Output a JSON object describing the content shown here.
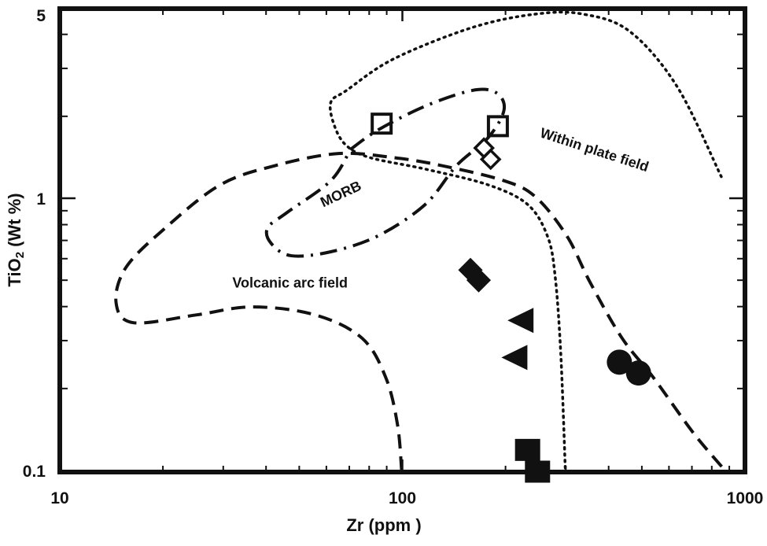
{
  "chart_data": {
    "type": "scatter",
    "title": "",
    "xlabel": "Zr (ppm )",
    "ylabel_main": "TiO",
    "ylabel_sub": "2",
    "ylabel_rest": " (Wt %)",
    "xscale": "log",
    "yscale": "log",
    "xlim": [
      10,
      1000
    ],
    "ylim": [
      0.1,
      5
    ],
    "grid": false,
    "x_tick_labels": [
      {
        "value": 10,
        "label": "10"
      },
      {
        "value": 100,
        "label": "100"
      },
      {
        "value": 1000,
        "label": "1000"
      }
    ],
    "y_tick_labels": [
      {
        "value": 0.1,
        "label": "0.1"
      },
      {
        "value": 1,
        "label": "1"
      },
      {
        "value": 5,
        "label": "5"
      }
    ],
    "x_minor_ticks": [
      20,
      30,
      40,
      50,
      60,
      70,
      80,
      90,
      200,
      300,
      400,
      500,
      600,
      700,
      800,
      900
    ],
    "y_minor_ticks": [
      0.2,
      0.3,
      0.4,
      0.5,
      0.6,
      0.7,
      0.8,
      0.9,
      2,
      3,
      4
    ],
    "fields": [
      {
        "name": "Within plate field",
        "style": "dotted",
        "label_at": [
          360,
          1.45
        ],
        "points": [
          [
            853,
            1.2
          ],
          [
            634,
            2.57
          ],
          [
            461,
            4.1
          ],
          [
            336,
            4.75
          ],
          [
            245,
            4.75
          ],
          [
            160,
            4.24
          ],
          [
            94.3,
            3.25
          ],
          [
            68.7,
            2.49
          ],
          [
            61.8,
            2.25
          ],
          [
            63.4,
            1.84
          ],
          [
            68.7,
            1.56
          ],
          [
            80.5,
            1.41
          ],
          [
            116.6,
            1.28
          ],
          [
            178,
            1.12
          ],
          [
            232,
            0.949
          ],
          [
            265,
            0.727
          ],
          [
            279,
            0.521
          ],
          [
            290,
            0.268
          ],
          [
            299,
            0.1
          ]
        ]
      },
      {
        "name": "Volcanic arc field",
        "style": "dashed",
        "label_at": [
          47,
          0.47
        ],
        "points": [
          [
            99.5,
            0.1
          ],
          [
            96.8,
            0.147
          ],
          [
            89.5,
            0.219
          ],
          [
            76.3,
            0.306
          ],
          [
            55.6,
            0.373
          ],
          [
            36.4,
            0.399
          ],
          [
            25.1,
            0.373
          ],
          [
            16.4,
            0.349
          ],
          [
            14.6,
            0.413
          ],
          [
            15.6,
            0.557
          ],
          [
            20.3,
            0.777
          ],
          [
            29.4,
            1.12
          ],
          [
            42.7,
            1.32
          ],
          [
            65.1,
            1.46
          ],
          [
            94.3,
            1.41
          ],
          [
            129.6,
            1.32
          ],
          [
            198,
            1.16
          ],
          [
            245,
            1.01
          ],
          [
            302,
            0.727
          ],
          [
            354,
            0.488
          ],
          [
            438,
            0.306
          ],
          [
            541,
            0.219
          ],
          [
            705,
            0.138
          ],
          [
            863,
            0.102
          ]
        ]
      },
      {
        "name": "MORB",
        "style": "dashdot",
        "label_at": [
          67,
          1.0
        ],
        "points": [
          [
            70.5,
            1.51
          ],
          [
            84.8,
            1.78
          ],
          [
            116.6,
            2.18
          ],
          [
            160,
            2.49
          ],
          [
            188,
            2.44
          ],
          [
            198,
            2.11
          ],
          [
            178,
            1.67
          ],
          [
            144,
            1.32
          ],
          [
            116.6,
            0.949
          ],
          [
            84.8,
            0.727
          ],
          [
            61.8,
            0.636
          ],
          [
            47.4,
            0.615
          ],
          [
            41.5,
            0.68
          ],
          [
            40.4,
            0.777
          ],
          [
            46.1,
            0.887
          ],
          [
            61.8,
            1.16
          ],
          [
            70.5,
            1.51
          ]
        ]
      }
    ],
    "series": [
      {
        "name": "open square",
        "marker": "square-open",
        "points": [
          [
            87,
            1.88
          ],
          [
            190,
            1.84
          ]
        ]
      },
      {
        "name": "open diamond",
        "marker": "diamond-open",
        "points": [
          [
            173,
            1.53
          ],
          [
            181,
            1.39
          ]
        ]
      },
      {
        "name": "filled diamond",
        "marker": "diamond-filled",
        "points": [
          [
            158,
            0.545
          ],
          [
            167,
            0.5
          ]
        ]
      },
      {
        "name": "filled triangle",
        "marker": "triangle-left-filled",
        "points": [
          [
            223,
            0.356
          ],
          [
            214,
            0.26
          ]
        ]
      },
      {
        "name": "filled square",
        "marker": "square-filled",
        "points": [
          [
            232,
            0.119
          ],
          [
            248,
            0.099
          ]
        ]
      },
      {
        "name": "filled circle",
        "marker": "circle-filled",
        "points": [
          [
            430,
            0.25
          ],
          [
            489,
            0.228
          ]
        ]
      }
    ]
  }
}
